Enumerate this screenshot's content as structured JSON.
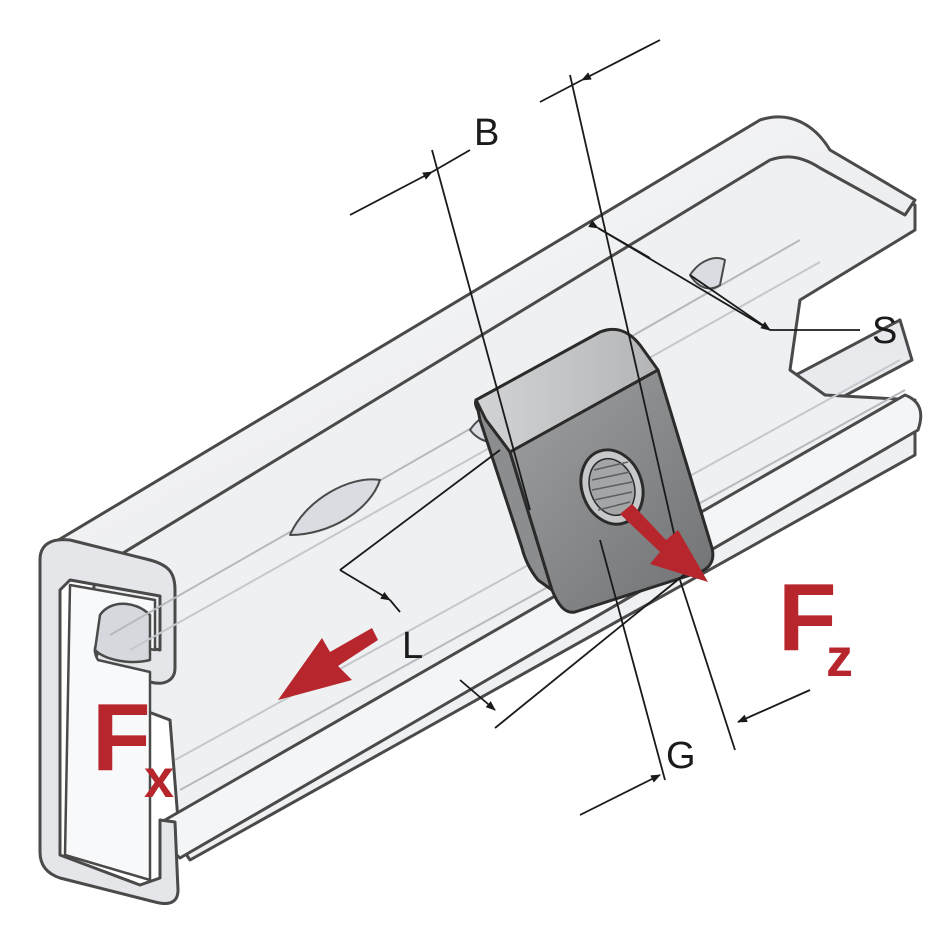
{
  "dimensions": {
    "B": "B",
    "S": "S",
    "L": "L",
    "G": "G"
  },
  "forces": {
    "fx_main": "F",
    "fx_sub": "x",
    "fz_main": "F",
    "fz_sub": "z"
  },
  "colors": {
    "force": "#b8262d",
    "channel_fill": "#f1f2f4",
    "channel_edge": "#4a4a4a",
    "nut_light": "#a9abad",
    "nut_dark": "#6f7173",
    "dimension_line": "#1a1a1a"
  }
}
